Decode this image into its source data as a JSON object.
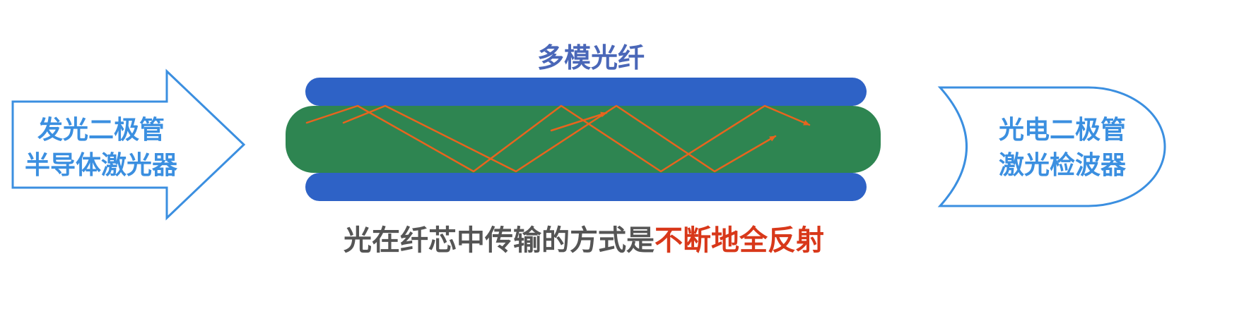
{
  "title": "多模光纤",
  "source": {
    "line1": "发光二极管",
    "line2": "半导体激光器"
  },
  "detector": {
    "line1": "光电二极管",
    "line2": "激光检波器"
  },
  "caption": {
    "normal": "光在纤芯中传输的方式是",
    "highlight": "不断地全反射"
  },
  "colors": {
    "cladding": "#2e62c6",
    "core": "#2e8551",
    "ray": "#e8641e",
    "outline": "#3b8fe0",
    "highlight": "#d8381a",
    "caption_text": "#555555"
  }
}
